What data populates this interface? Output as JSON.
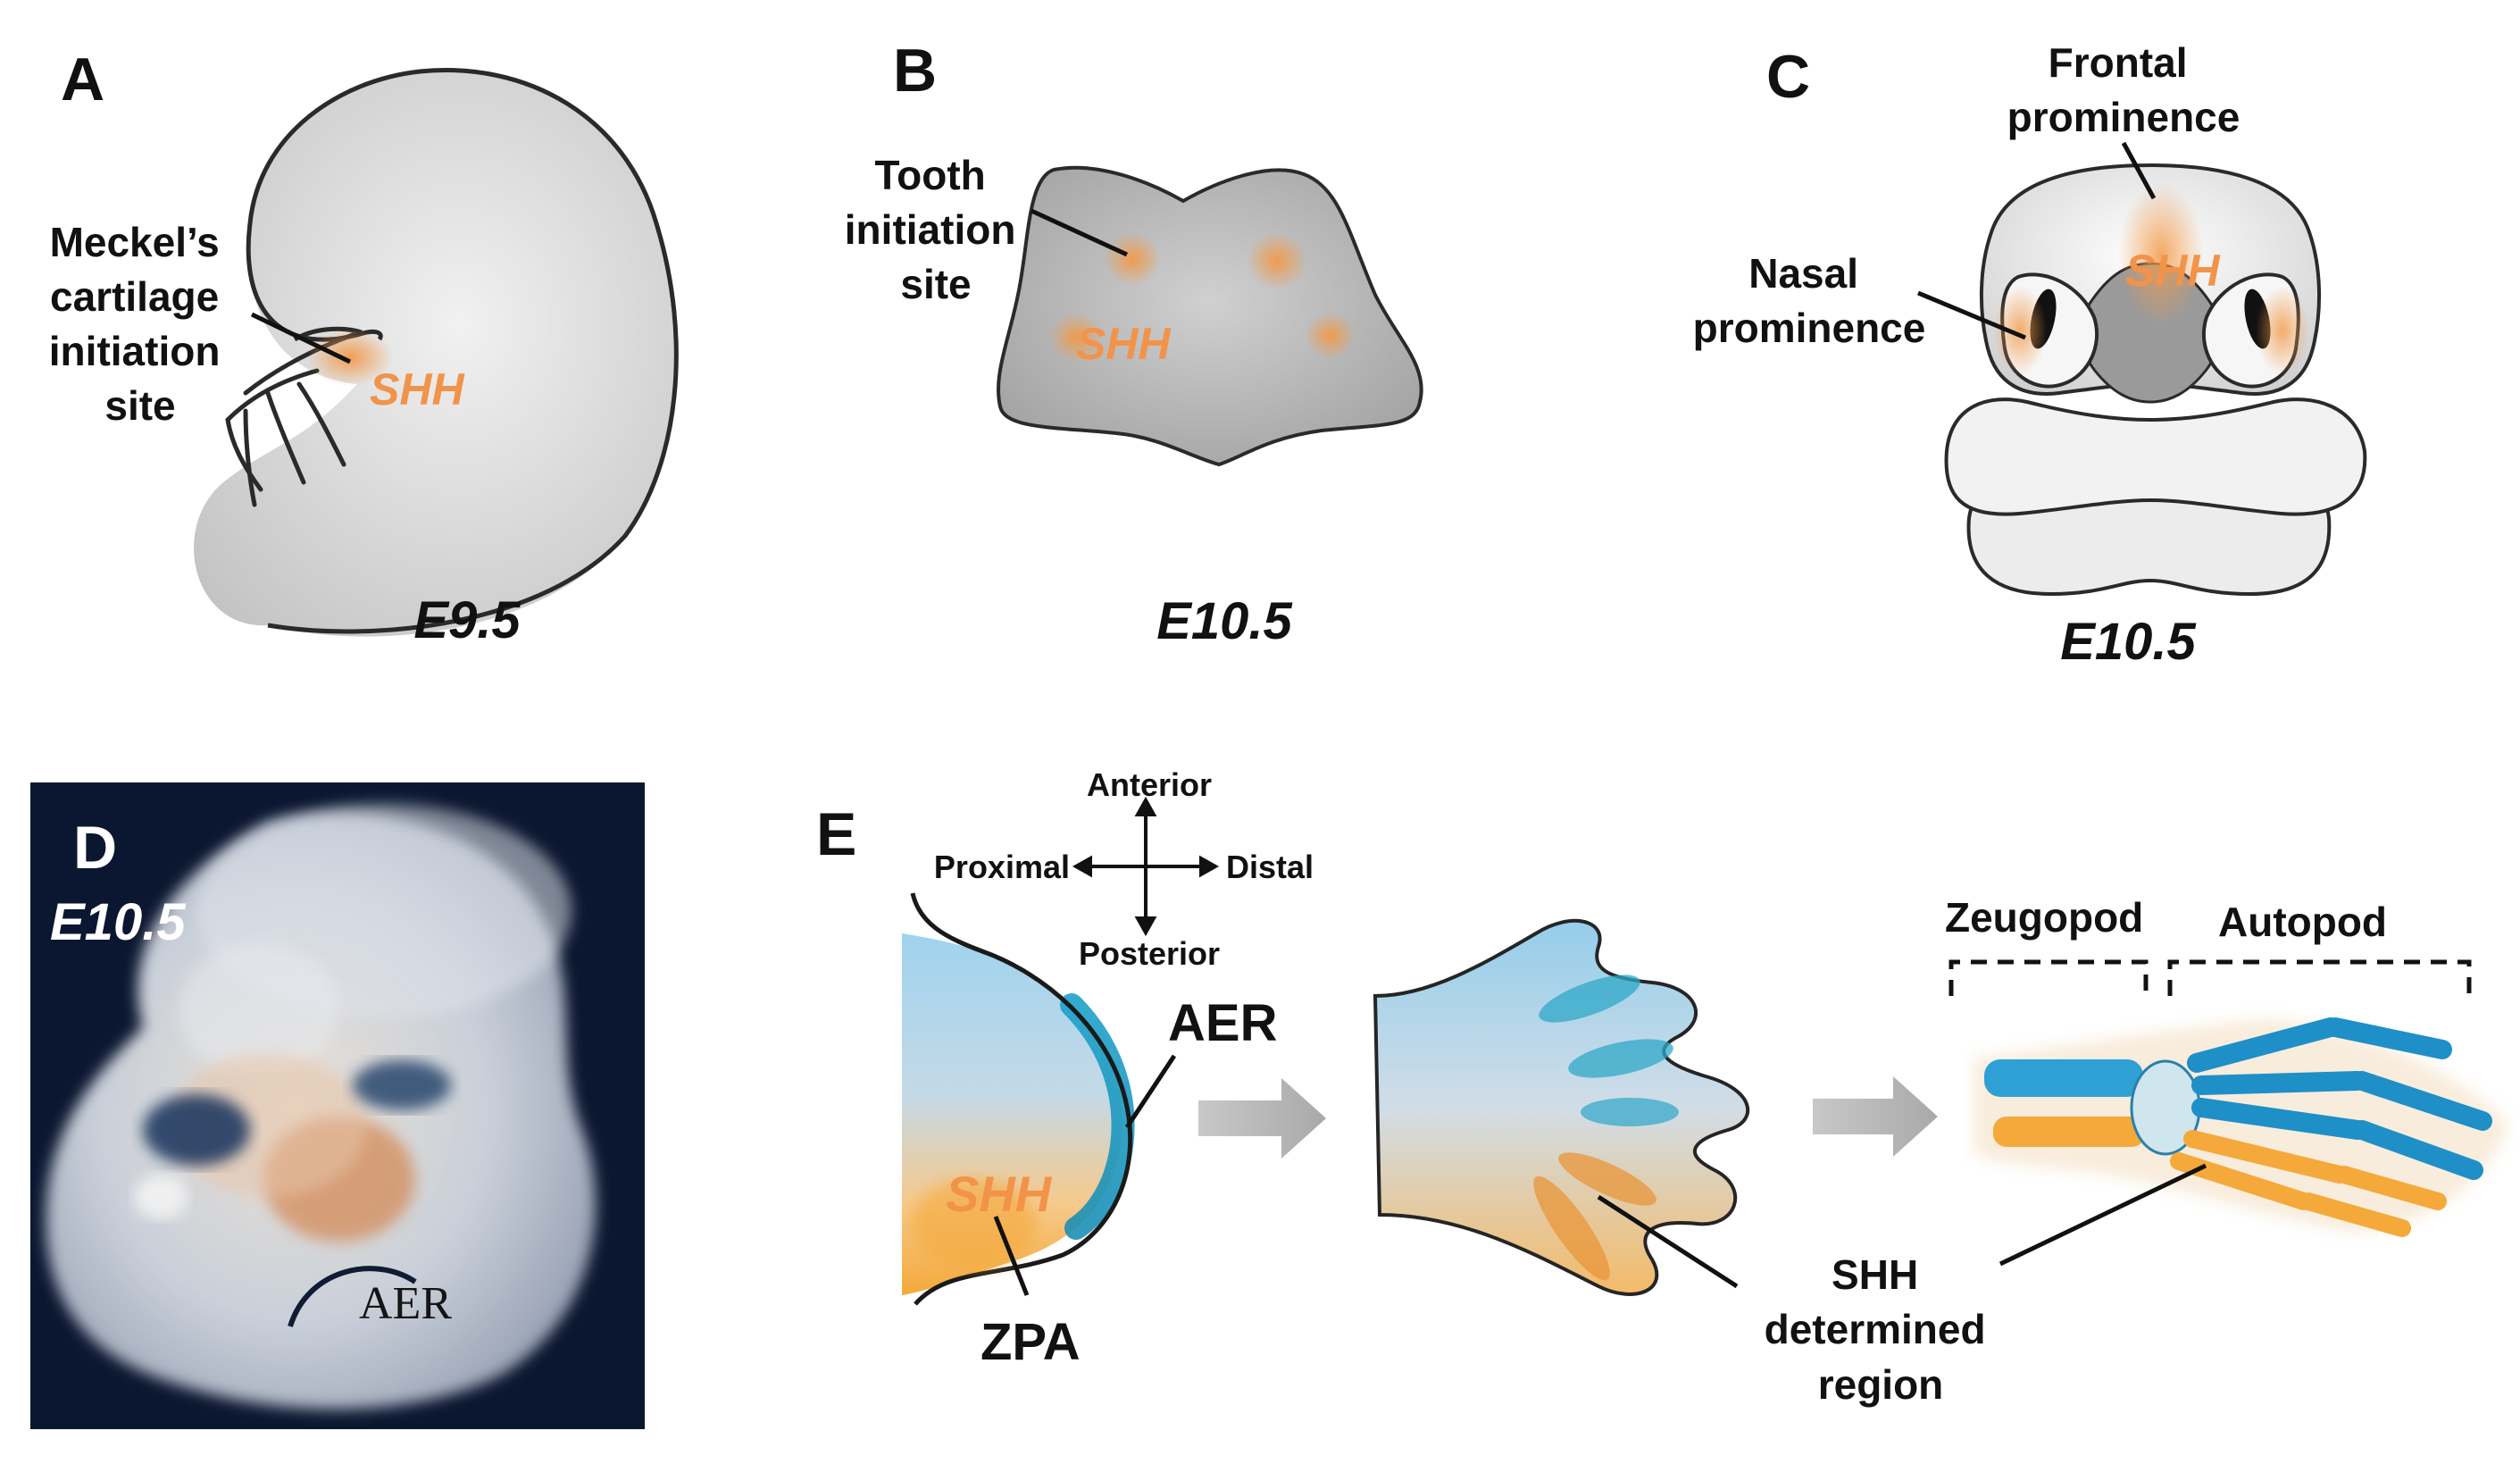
{
  "panels": {
    "a": {
      "letter": "A",
      "stage": "E9.5",
      "site_label": [
        "Meckel’s",
        "cartilage",
        "initiation",
        "site"
      ],
      "gene": "SHH"
    },
    "b": {
      "letter": "B",
      "stage": "E10.5",
      "site_label": [
        "Tooth",
        "initiation",
        "site"
      ],
      "gene": "SHH"
    },
    "c": {
      "letter": "C",
      "stage": "E10.5",
      "frontal_label": [
        "Frontal",
        "prominence"
      ],
      "nasal_label": [
        "Nasal",
        "prominence"
      ],
      "gene": "SHH"
    },
    "d": {
      "letter": "D",
      "stage": "E10.5",
      "structure": "AER"
    },
    "e": {
      "letter": "E",
      "axes": {
        "anterior": "Anterior",
        "posterior": "Posterior",
        "proximal": "Proximal",
        "distal": "Distal"
      },
      "aer": "AER",
      "gene": "SHH",
      "zpa": "ZPA",
      "zeugopod": "Zeugopod",
      "autopod": "Autopod",
      "region_label": [
        "SHH",
        "determined",
        "region"
      ]
    }
  },
  "colors": {
    "shh_orange": "#F2934A",
    "blue": "#2FA8D8",
    "orange": "#F4A93A",
    "gray": "#BDBDBD",
    "dark": "#111111"
  }
}
